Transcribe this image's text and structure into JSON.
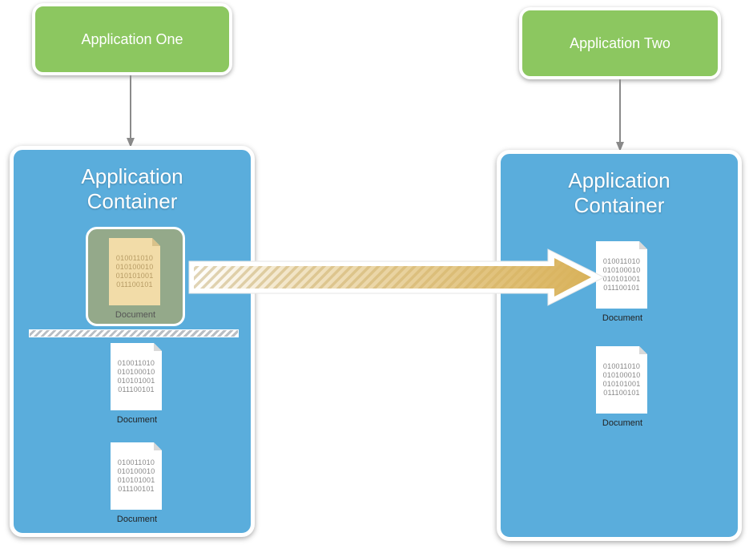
{
  "diagram": {
    "apps": {
      "one": {
        "label": "Application One"
      },
      "two": {
        "label": "Application Two"
      }
    },
    "containers": {
      "left": {
        "title_line1": "Application",
        "title_line2": "Container",
        "documents": [
          {
            "bits": [
              "010011010",
              "010100010",
              "010101001",
              "011100101"
            ],
            "label": "Document"
          },
          {
            "bits": [
              "010011010",
              "010100010",
              "010101001",
              "011100101"
            ],
            "label": "Document"
          },
          {
            "bits": [
              "010011010",
              "010100010",
              "010101001",
              "011100101"
            ],
            "label": "Document"
          }
        ]
      },
      "right": {
        "title_line1": "Application",
        "title_line2": "Container",
        "documents": [
          {
            "bits": [
              "010011010",
              "010100010",
              "010101001",
              "011100101"
            ],
            "label": "Document"
          },
          {
            "bits": [
              "010011010",
              "010100010",
              "010101001",
              "011100101"
            ],
            "label": "Document"
          }
        ]
      }
    },
    "colors": {
      "app_box": "#8cc760",
      "container": "#5aaddc",
      "move_arrow": "#d9b25a",
      "selected_document": "#f2dca8"
    }
  }
}
